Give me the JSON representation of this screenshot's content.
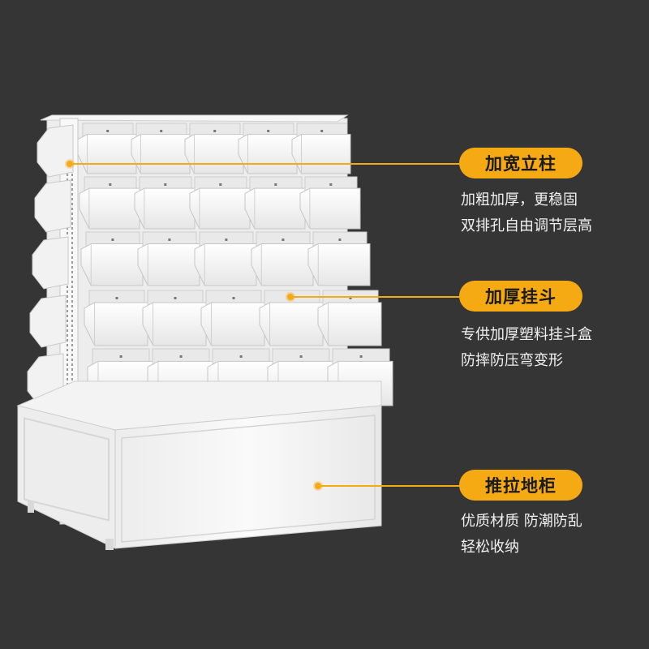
{
  "colors": {
    "background": "#353535",
    "accent": "#f5a913",
    "product": "#f4f4f4",
    "text": "#f0f0f0"
  },
  "callouts": [
    {
      "title": "加宽立柱",
      "lines": [
        "加粗加厚，更稳固",
        "双排孔自由调节层高"
      ]
    },
    {
      "title": "加厚挂斗",
      "lines": [
        "专供加厚塑料挂斗盒",
        "防摔防压弯变形"
      ]
    },
    {
      "title": "推拉地柜",
      "lines": [
        "优质材质 防潮防乱",
        "轻松收纳"
      ]
    }
  ]
}
